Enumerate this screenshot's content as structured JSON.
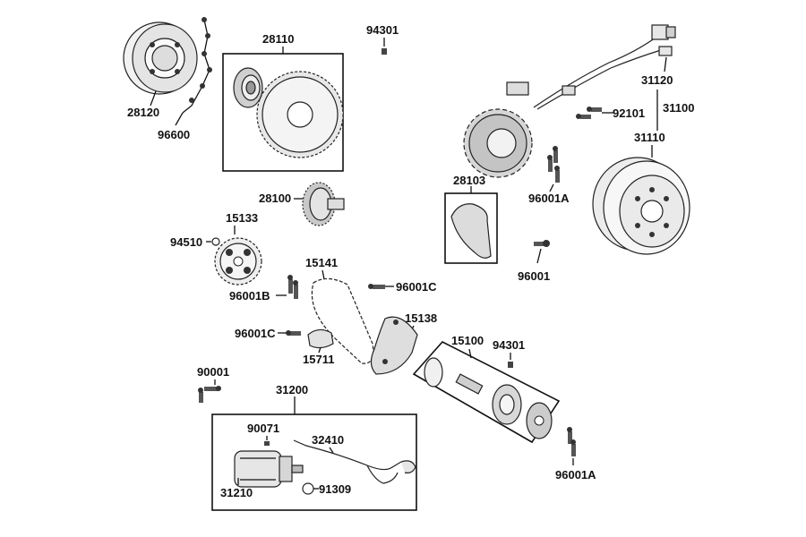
{
  "labels": {
    "p28120": "28120",
    "p96600": "96600",
    "p28110": "28110",
    "p94301_top": "94301",
    "p31120": "31120",
    "p92101": "92101",
    "p31100": "31100",
    "p31110": "31110",
    "p28103": "28103",
    "p96001A_top": "96001A",
    "p96001": "96001",
    "p28100": "28100",
    "p15133": "15133",
    "p94510": "94510",
    "p15141": "15141",
    "p96001C_right": "96001C",
    "p96001B": "96001B",
    "p15138": "15138",
    "p96001C_left": "96001C",
    "p15711": "15711",
    "p15100": "15100",
    "p94301_mid": "94301",
    "p90001": "90001",
    "p31200": "31200",
    "p90071": "90071",
    "p32410": "32410",
    "p31210": "31210",
    "p91309": "91309",
    "p96001A_bottom": "96001A"
  }
}
